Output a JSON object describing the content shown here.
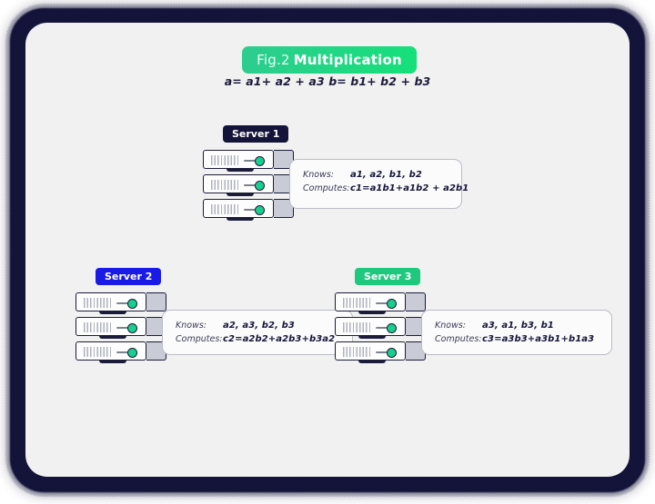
{
  "figure": {
    "title_prefix": "Fig.2",
    "title_main": "Multiplication",
    "subtitle": "a= a1+ a2 + a3   b= b1+ b2 + b3",
    "title_gradient_from": "#2ecc8f",
    "title_gradient_to": "#15e07a",
    "card_background": "#f1f1f1",
    "frame_color": "#14143a"
  },
  "labels": {
    "knows": "Knows:",
    "computes": "Computes:"
  },
  "servers": [
    {
      "name": "Server 1",
      "badge_color": "#14143a",
      "knows": "a1, a2, b1, b2",
      "computes": "c1=a1b1+a1b2 + a2b1",
      "unit_count": 3,
      "led_color": "#19cf8d"
    },
    {
      "name": "Server 2",
      "badge_color": "#1a1ae6",
      "knows": "a2, a3, b2, b3",
      "computes": "c2=a2b2+a2b3+b3a2",
      "unit_count": 3,
      "led_color": "#19cf8d"
    },
    {
      "name": "Server 3",
      "badge_color": "#1ec97e",
      "knows": "a3, a1, b3, b1",
      "computes": "c3=a3b3+a3b1+b1a3",
      "unit_count": 3,
      "led_color": "#19cf8d"
    }
  ]
}
